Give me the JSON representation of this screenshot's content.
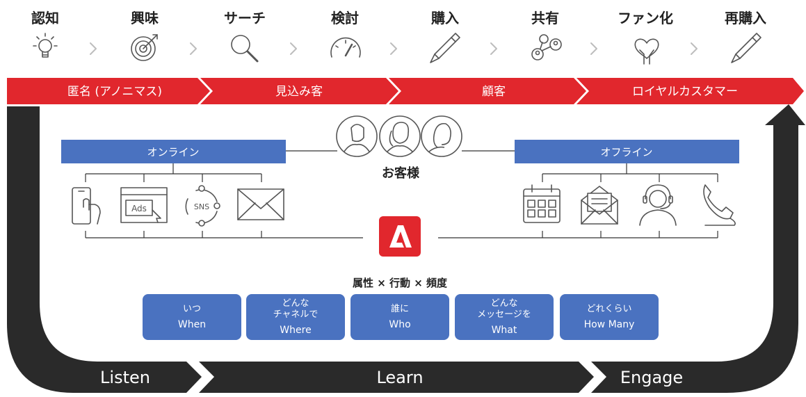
{
  "stages": [
    "認知",
    "興味",
    "サーチ",
    "検討",
    "購入",
    "共有",
    "ファン化",
    "再購入"
  ],
  "stage_icons": [
    "lightbulb-icon",
    "target-icon",
    "magnifier-icon",
    "gauge-icon",
    "pen-icon",
    "network-icon",
    "heart-hand-icon",
    "pen-icon"
  ],
  "banner": [
    "匿名 (アノニマス)",
    "見込み客",
    "顧客",
    "ロイヤルカスタマー"
  ],
  "online_label": "オンライン",
  "offline_label": "オフライン",
  "customer_label": "お客様",
  "online_icons": [
    "smartphone-touch-icon",
    "ads-window-icon",
    "sns-icon",
    "mail-envelope-icon"
  ],
  "offline_icons": [
    "calendar-icon",
    "letter-icon",
    "headset-icon",
    "phone-icon"
  ],
  "ads_text": "Ads",
  "sns_text": "SNS",
  "formula": "属性 × 行動 × 頻度",
  "cards": [
    {
      "jp": "いつ",
      "en": "When"
    },
    {
      "jp": "どんな\nチャネルで",
      "en": "Where"
    },
    {
      "jp": "誰に",
      "en": "Who"
    },
    {
      "jp": "どんな\nメッセージを",
      "en": "What"
    },
    {
      "jp": "どれくらい",
      "en": "How Many"
    }
  ],
  "bottom": [
    "Listen",
    "Learn",
    "Engage"
  ],
  "colors": {
    "red": "#e1272d",
    "blue": "#4a72c0",
    "dark": "#2a2a2a",
    "icon": "#555555"
  }
}
